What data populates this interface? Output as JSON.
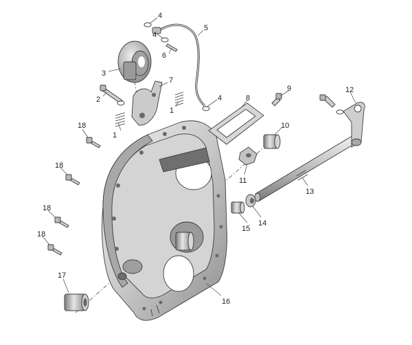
{
  "diagram": {
    "callouts": [
      {
        "id": "c1a",
        "text": "1"
      },
      {
        "id": "c1b",
        "text": "1"
      },
      {
        "id": "c2",
        "text": "2"
      },
      {
        "id": "c3",
        "text": "3"
      },
      {
        "id": "c4a",
        "text": "4"
      },
      {
        "id": "c4b",
        "text": "4"
      },
      {
        "id": "c4c",
        "text": "4"
      },
      {
        "id": "c5",
        "text": "5"
      },
      {
        "id": "c6",
        "text": "6"
      },
      {
        "id": "c7",
        "text": "7"
      },
      {
        "id": "c8",
        "text": "8"
      },
      {
        "id": "c9",
        "text": "9"
      },
      {
        "id": "c10",
        "text": "10"
      },
      {
        "id": "c11",
        "text": "11"
      },
      {
        "id": "c12",
        "text": "12"
      },
      {
        "id": "c13",
        "text": "13"
      },
      {
        "id": "c14",
        "text": "14"
      },
      {
        "id": "c15",
        "text": "15"
      },
      {
        "id": "c16",
        "text": "16"
      },
      {
        "id": "c17",
        "text": "17"
      },
      {
        "id": "c18a",
        "text": "18"
      },
      {
        "id": "c18b",
        "text": "18"
      },
      {
        "id": "c18c",
        "text": "18"
      },
      {
        "id": "c18d",
        "text": "18"
      }
    ]
  },
  "colors": {
    "housing_light": "#e2e2e2",
    "housing_mid": "#b9b9b9",
    "housing_dark": "#8a8a8a",
    "outline": "#3a3a3a"
  }
}
